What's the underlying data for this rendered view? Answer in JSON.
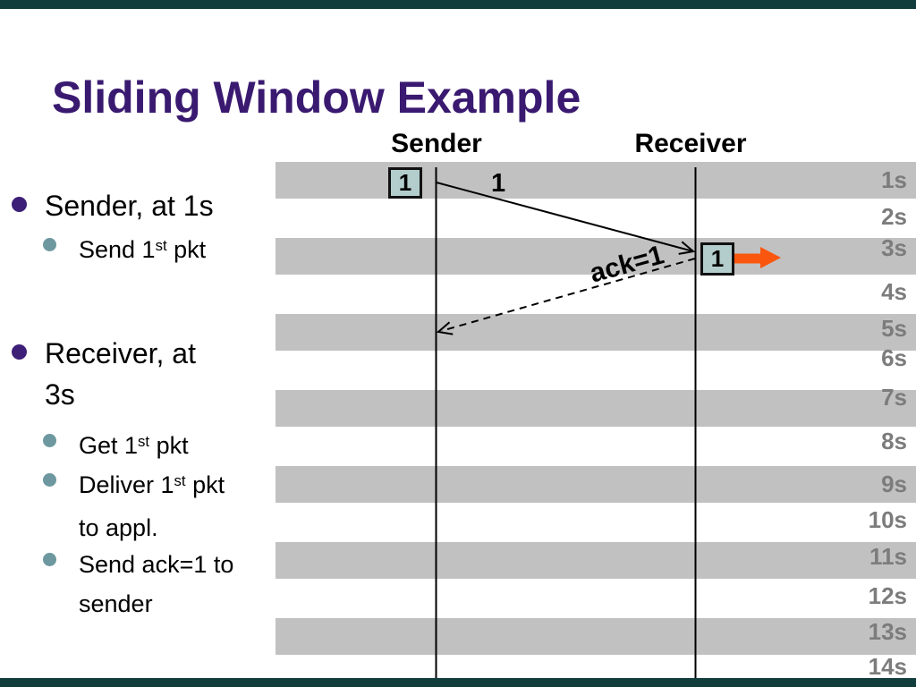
{
  "title": "Sliding Window Example",
  "colors": {
    "title_purple": "#3a1a70",
    "bar_gray": "#c1c1c1",
    "packet_box_fill": "#b3cdcc",
    "accent_orange": "#fa560e",
    "bullet_l1": "#3d1f77",
    "bullet_l2": "#6e98a0",
    "time_label_gray": "#7c7c7c",
    "edge_bar_teal": "#113d3d"
  },
  "bullets": [
    {
      "level": 1,
      "parts": [
        {
          "text": "Sender, at 1s"
        }
      ]
    },
    {
      "level": 2,
      "parts": [
        {
          "text": "Send 1"
        },
        {
          "text": "st",
          "sup": true
        },
        {
          "text": " pkt"
        }
      ]
    },
    {
      "level": 1,
      "parts": [
        {
          "text": "Receiver, at"
        },
        {
          "br": true
        },
        {
          "text": "3s"
        }
      ]
    },
    {
      "level": 2,
      "parts": [
        {
          "text": "Get 1"
        },
        {
          "text": "st",
          "sup": true
        },
        {
          "text": " pkt"
        }
      ]
    },
    {
      "level": 2,
      "parts": [
        {
          "text": "Deliver 1"
        },
        {
          "text": "st",
          "sup": true
        },
        {
          "text": " pkt"
        },
        {
          "br": true
        },
        {
          "text": "to appl."
        }
      ]
    },
    {
      "level": 2,
      "parts": [
        {
          "text": "Send ack=1 to"
        },
        {
          "br": true
        },
        {
          "text": "sender"
        }
      ]
    }
  ],
  "diagram": {
    "sender_header": "Sender",
    "receiver_header": "Receiver",
    "time_labels": [
      "1s",
      "2s",
      "3s",
      "4s",
      "5s",
      "6s",
      "7s",
      "8s",
      "9s",
      "10s",
      "11s",
      "12s",
      "13s",
      "14s"
    ],
    "sender_packet_label": "1",
    "receiver_packet_label": "1",
    "data_arrow_label": "1",
    "ack_arrow_label": "ack=1"
  }
}
